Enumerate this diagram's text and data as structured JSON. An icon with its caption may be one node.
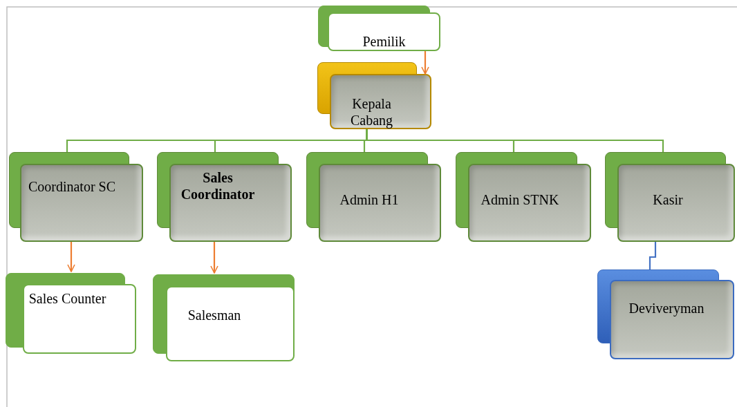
{
  "diagram": {
    "nodes": [
      {
        "text": [
          "Pemilik"
        ]
      },
      {
        "text": [
          "Kepala Cabang"
        ]
      },
      {
        "text": [
          "Coordinator SC"
        ]
      },
      {
        "text": [
          "Sales Coordinator"
        ]
      },
      {
        "text": [
          "Admin H1"
        ]
      },
      {
        "text": [
          "Admin STNK"
        ]
      },
      {
        "text": [
          "Kasir"
        ]
      },
      {
        "text": [
          "Sales Counter"
        ]
      },
      {
        "text": [
          "Salesman"
        ]
      },
      {
        "text": [
          "Deviveryman"
        ]
      }
    ],
    "edges": [
      {
        "from": 0,
        "to": 1,
        "arrow": "to",
        "color": "#ed7d31"
      },
      {
        "from": 1,
        "to": 2,
        "arrow": "none"
      },
      {
        "from": 1,
        "to": 3,
        "arrow": "none"
      },
      {
        "from": 1,
        "to": 4,
        "arrow": "none"
      },
      {
        "from": 1,
        "to": 5,
        "arrow": "none"
      },
      {
        "from": 1,
        "to": 6,
        "arrow": "none"
      },
      {
        "from": 2,
        "to": 7,
        "arrow": "to",
        "color": "#ed7d31"
      },
      {
        "from": 3,
        "to": 8,
        "arrow": "to",
        "color": "#ed7d31"
      },
      {
        "from": 6,
        "to": 9,
        "arrow": "none",
        "color": "#4472c4"
      }
    ]
  }
}
